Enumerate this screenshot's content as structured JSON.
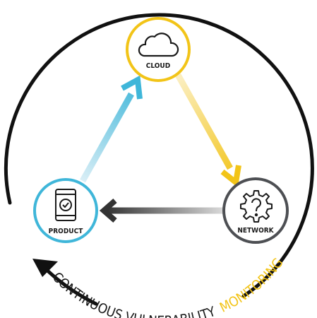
{
  "nodes": {
    "cloud": {
      "label": "CLOUD",
      "icon": "cloud-icon",
      "color": "#f2c418"
    },
    "network": {
      "label": "NETWORK",
      "icon": "gear-question-icon",
      "color": "#4d4f53"
    },
    "product": {
      "label": "PRODUCT",
      "icon": "tablet-check-icon",
      "color": "#3fb6d9"
    }
  },
  "ring": {
    "text_main": "CONTINUOUS VULNERABILITY",
    "text_accent": "MONITORING",
    "main_color": "#1a1a1a",
    "accent_color": "#f2c418"
  }
}
